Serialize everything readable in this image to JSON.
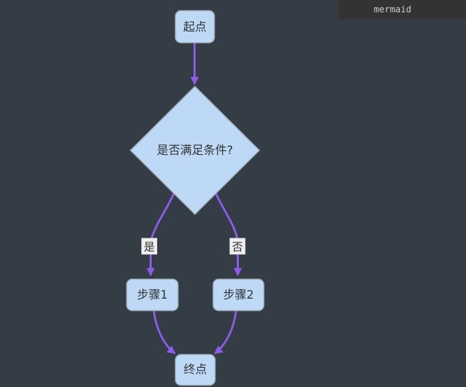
{
  "header": {
    "language_badge": "mermaid"
  },
  "diagram": {
    "type": "flowchart",
    "direction": "top-down",
    "nodes": {
      "start": "起点",
      "decision": "是否满足条件?",
      "step1": "步骤1",
      "step2": "步骤2",
      "end": "终点"
    },
    "edge_labels": {
      "yes": "是",
      "no": "否"
    },
    "edges": [
      {
        "from": "起点",
        "to": "是否满足条件?",
        "label": ""
      },
      {
        "from": "是否满足条件?",
        "to": "步骤1",
        "label": "是"
      },
      {
        "from": "是否满足条件?",
        "to": "步骤2",
        "label": "否"
      },
      {
        "from": "步骤1",
        "to": "终点",
        "label": ""
      },
      {
        "from": "步骤2",
        "to": "终点",
        "label": ""
      }
    ]
  },
  "colors": {
    "page-bg": "#343c45",
    "header-bg": "#333333",
    "header-text": "#cccccc",
    "node-fill": "#bdd9f6",
    "node-border": "#9aa5af",
    "node-text": "#333333",
    "edge": "#8d5ce8",
    "edge-label-bg": "#eeeeee",
    "edge-label-text": "#333333"
  }
}
